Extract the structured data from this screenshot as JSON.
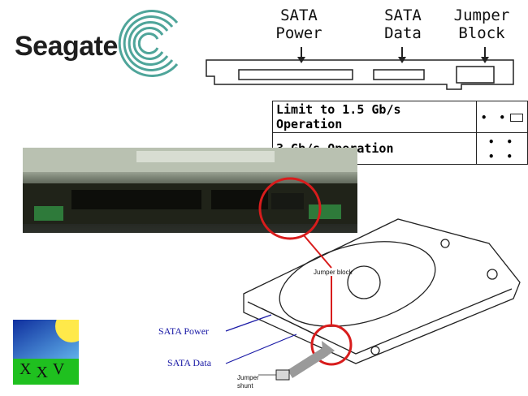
{
  "brand": {
    "name": "Seagate"
  },
  "connector_labels": {
    "sata_power": [
      "SATA",
      "Power"
    ],
    "sata_data": [
      "SATA",
      "Data"
    ],
    "jumper_block": [
      "Jumper",
      "Block"
    ]
  },
  "jumper_table": {
    "rows": [
      {
        "label": "Limit to 1.5 Gb/s Operation",
        "pins": "• •",
        "shunt": true
      },
      {
        "label": "3 Gb/s Operation",
        "pins": "• • • •",
        "shunt": false
      }
    ]
  },
  "drive_diagram": {
    "jumper_block": "Jumper block",
    "sata_power": "SATA  Power",
    "sata_data": "SATA Data",
    "jumper_shunt": [
      "Jumper",
      "shunt"
    ]
  },
  "corner_logo": {
    "letters": [
      "X",
      "X",
      "V"
    ]
  },
  "colors": {
    "circle": "#d81c1c",
    "leader_line": "#1a1aa6",
    "logo_sky": "#1a3fae",
    "logo_sun": "#ffe94a",
    "logo_ground": "#1fc01f"
  }
}
